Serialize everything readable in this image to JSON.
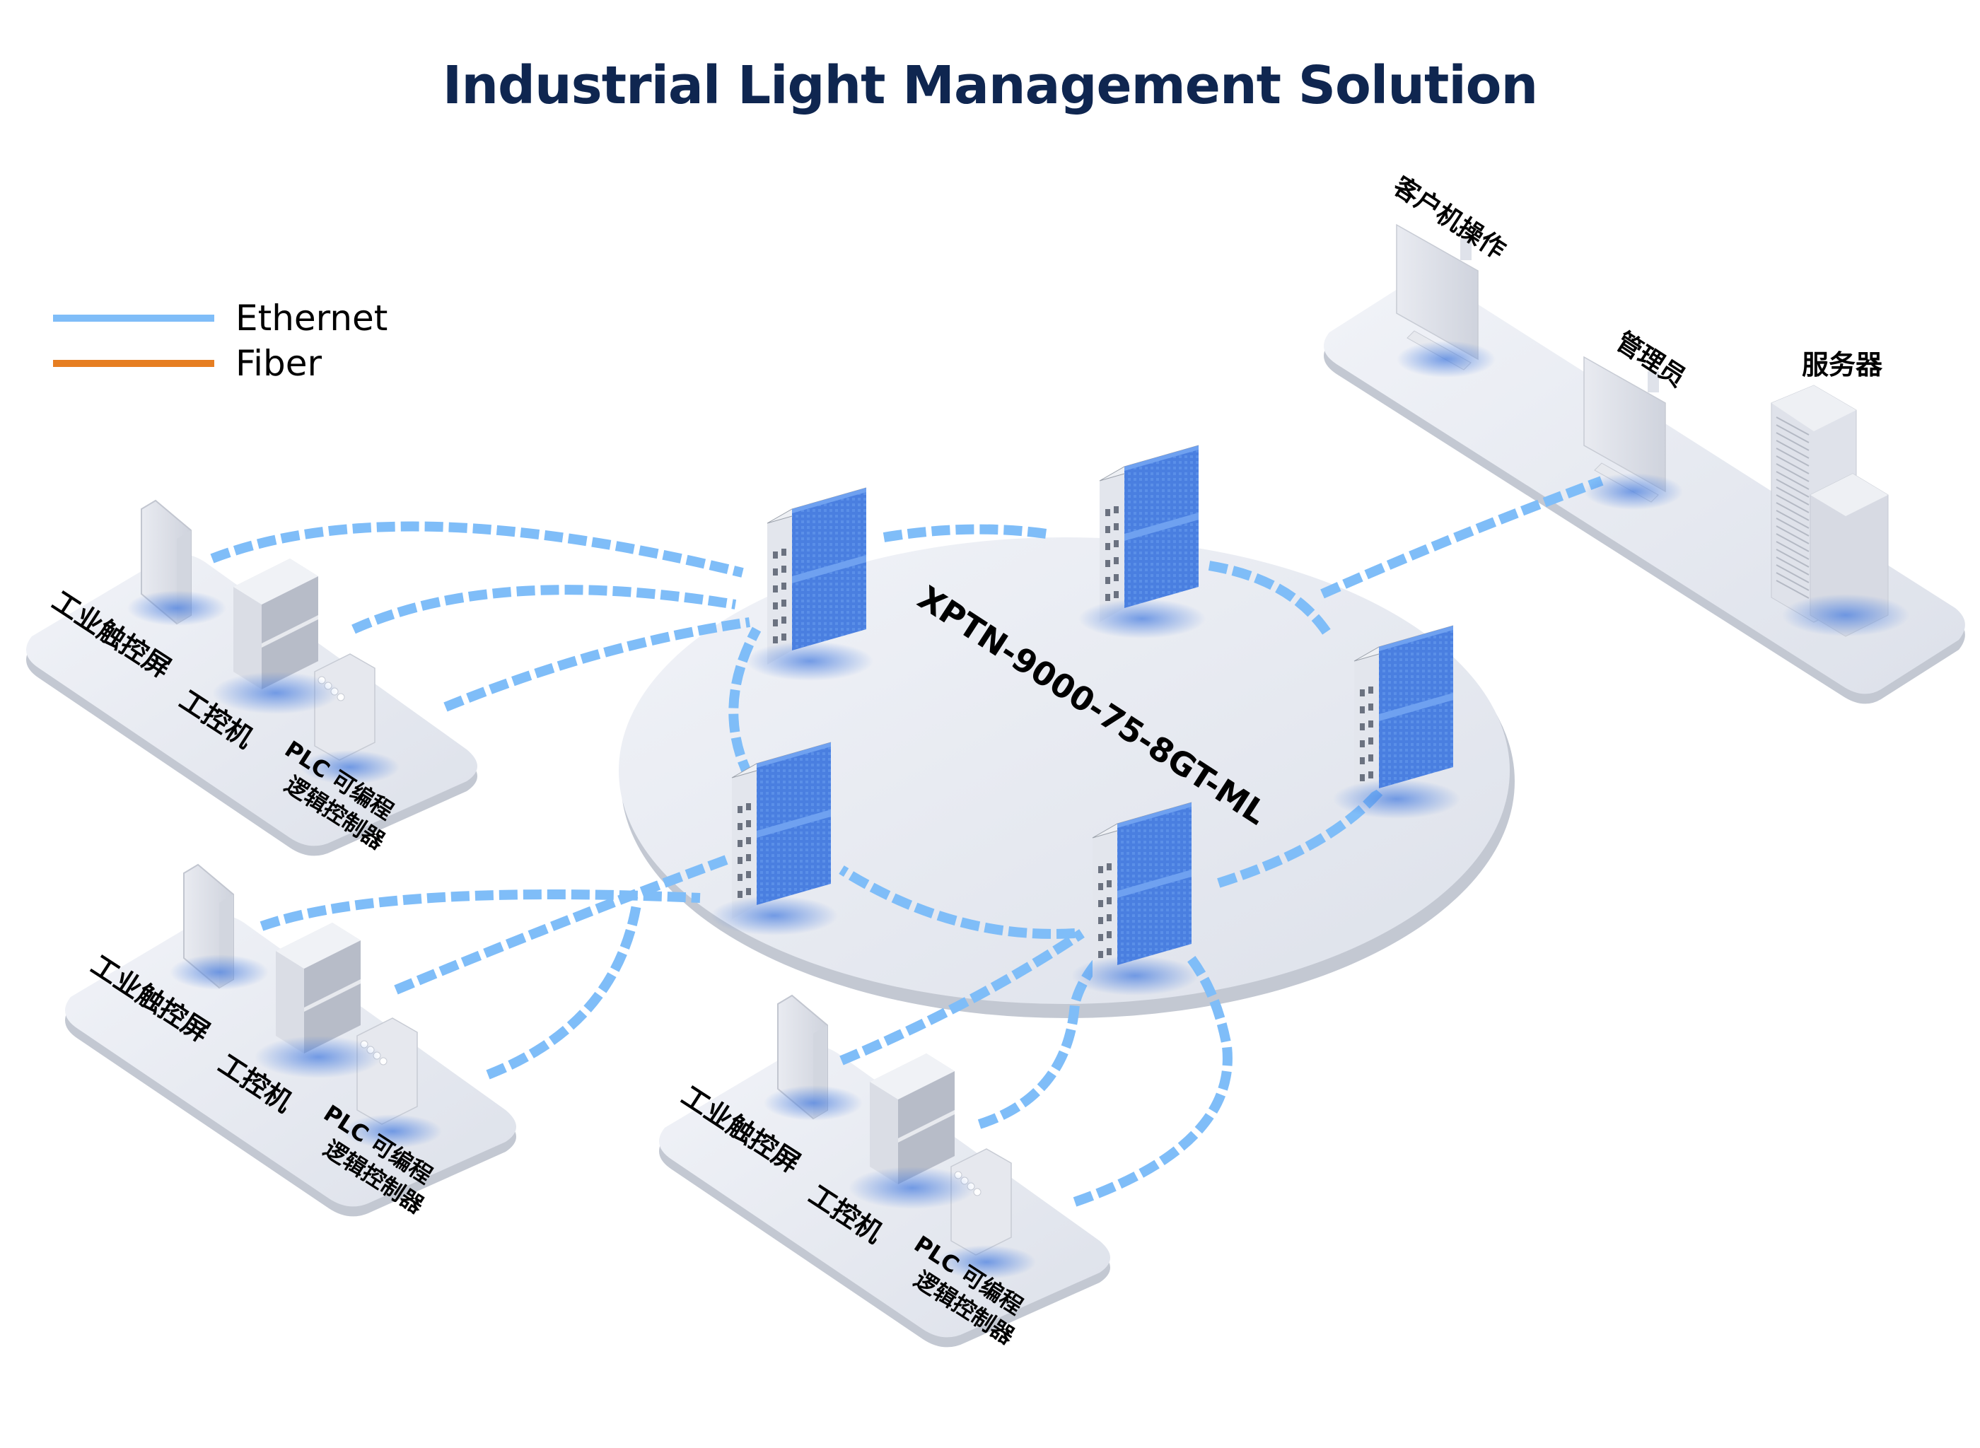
{
  "title": "Industrial Light Management Solution",
  "legend": [
    {
      "label": "Ethernet",
      "color": "#7fbdf8"
    },
    {
      "label": "Fiber",
      "color": "#e67e22"
    }
  ],
  "colors": {
    "ethernet": "#7fbdf8",
    "fiber": "#e67e22",
    "title": "#0f2650",
    "platform": "#e6e9f1",
    "platform_edge": "#b9bec9",
    "switch_face": "#4a7fe0",
    "device": "#dfe2ea",
    "glow": "#4a7fe0"
  },
  "ring": {
    "label": "XPTN-9000-75-8GT-ML",
    "switches": [
      "switch",
      "switch",
      "switch",
      "switch",
      "switch"
    ]
  },
  "field_sites": [
    {
      "devices": [
        {
          "label": "工业触控屏"
        },
        {
          "label": "工控机"
        },
        {
          "label": "PLC 可编程",
          "label2": "逻辑控制器"
        }
      ]
    },
    {
      "devices": [
        {
          "label": "工业触控屏"
        },
        {
          "label": "工控机"
        },
        {
          "label": "PLC 可编程",
          "label2": "逻辑控制器"
        }
      ]
    },
    {
      "devices": [
        {
          "label": "工业触控屏"
        },
        {
          "label": "工控机"
        },
        {
          "label": "PLC 可编程",
          "label2": "逻辑控制器"
        }
      ]
    }
  ],
  "control_center": {
    "client_label": "客户机操作",
    "admin_label": "管理员",
    "server_label": "服务器"
  }
}
